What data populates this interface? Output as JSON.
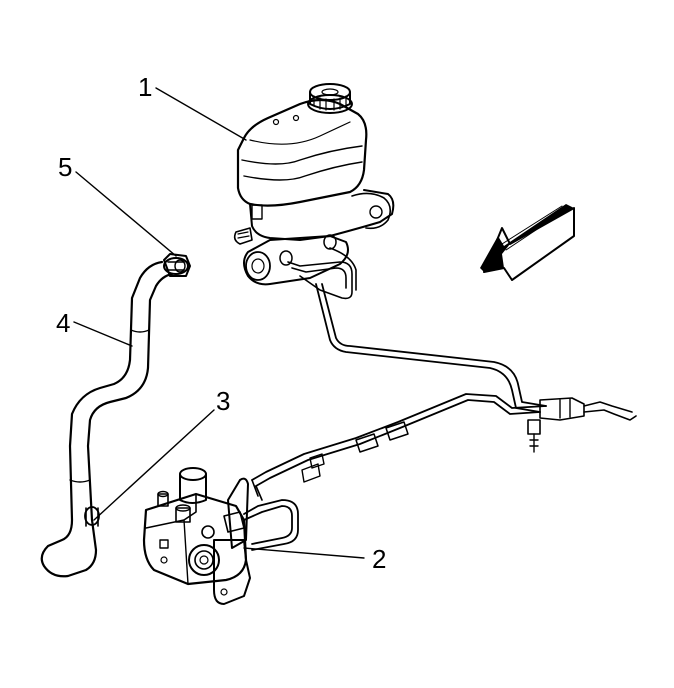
{
  "callouts": [
    {
      "id": "1",
      "label": "1"
    },
    {
      "id": "2",
      "label": "2"
    },
    {
      "id": "3",
      "label": "3"
    },
    {
      "id": "4",
      "label": "4"
    },
    {
      "id": "5",
      "label": "5"
    }
  ],
  "colors": {
    "line": "#000000",
    "background": "#ffffff",
    "fill_light": "#ffffff",
    "fill_shade": "#e8e8e8"
  }
}
